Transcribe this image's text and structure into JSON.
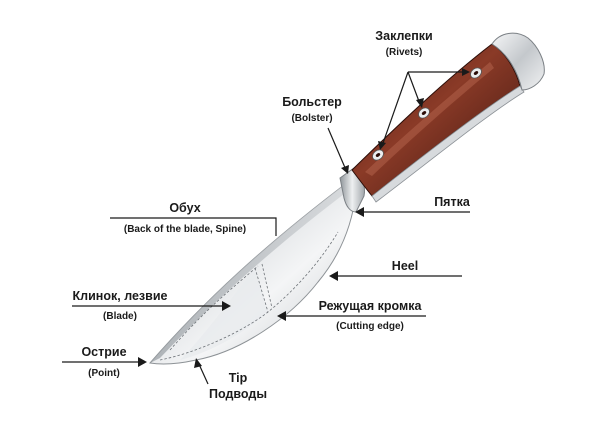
{
  "colors": {
    "handle_dark": "#3a1410",
    "handle_mid": "#7a3323",
    "handle_light": "#a5543b",
    "steel_light": "#f2f3f4",
    "steel_mid": "#c9ccd0",
    "steel_dark": "#8e9398",
    "line": "#1a1a1a"
  },
  "labels": {
    "rivets": {
      "main": "Заклепки",
      "sub": "(Rivets)"
    },
    "bolster": {
      "main": "Больстер",
      "sub": "(Bolster)"
    },
    "spine": {
      "main": "Обух",
      "sub": "(Back of the blade, Spine)"
    },
    "heel_ru": {
      "main": "Пятка"
    },
    "heel_en": {
      "main": "Heel"
    },
    "blade": {
      "main": "Клинок, лезвие",
      "sub": "(Blade)"
    },
    "cutting_edge": {
      "main": "Режущая кромка",
      "sub": "(Cutting edge)"
    },
    "point": {
      "main": "Острие",
      "sub": "(Point)"
    },
    "tip": {
      "main": "Tip",
      "sub": "Подводы"
    }
  }
}
